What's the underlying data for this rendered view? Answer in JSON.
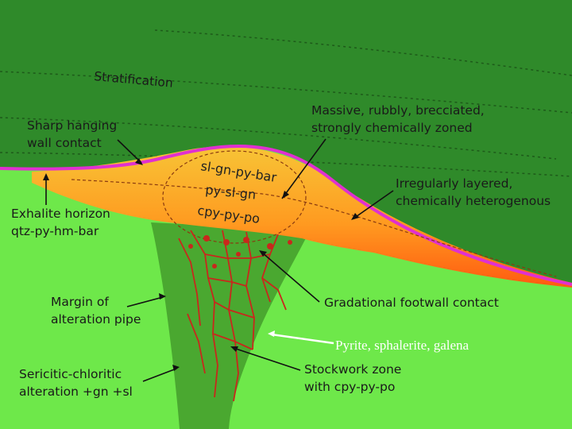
{
  "colors": {
    "hanging_wall": "#2f8a2a",
    "footwall": "#6ee84a",
    "alteration_pipe": "#4aa830",
    "exhalite": "#e030d0",
    "ore_lens_top": "#f7c436",
    "ore_lens_bottom": "#ff5a10",
    "stockwork_veins": "#c8281c"
  },
  "labels": {
    "stratification": "Stratification",
    "massive_line1": "Massive, rubbly, brecciated,",
    "massive_line2": "strongly chemically zoned",
    "sharp_line1": "Sharp hanging",
    "sharp_line2": "wall contact",
    "irregular_line1": "Irregularly layered,",
    "irregular_line2": "chemically heterogenous",
    "exhalite_line1": "Exhalite horizon",
    "exhalite_line2": "qtz-py-hm-bar",
    "zone_upper": "sl-gn-py-bar",
    "zone_middle": "py-sl-gn",
    "zone_lower": "cpy-py-po",
    "margin_line1": "Margin of",
    "margin_line2": "alteration pipe",
    "gradational": "Gradational footwall contact",
    "pyrite": "Pyrite, sphalerite, galena",
    "sericitic_line1": "Sericitic-chloritic",
    "sericitic_line2": "alteration +gn +sl",
    "stockwork_line1": "Stockwork zone",
    "stockwork_line2": "with cpy-py-po"
  }
}
